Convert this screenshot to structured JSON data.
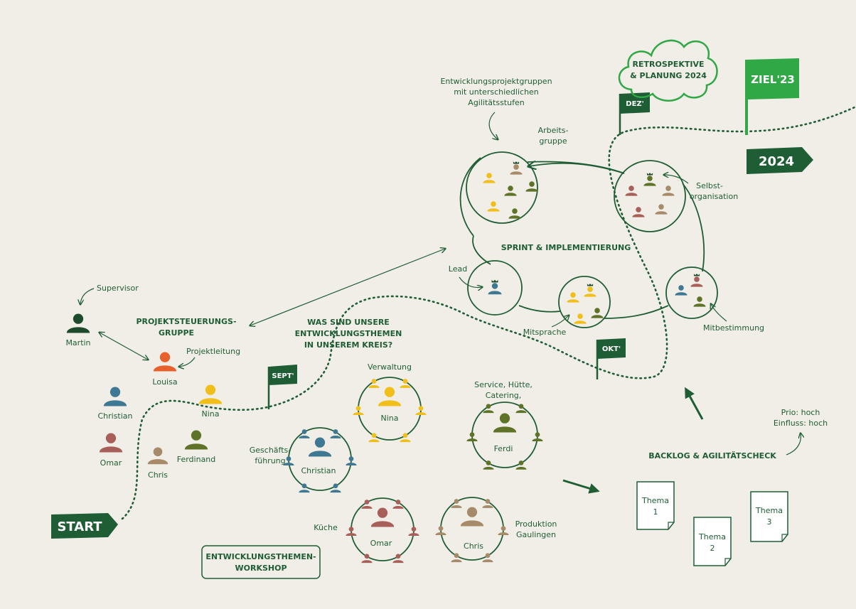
{
  "colors": {
    "green": "#1f5e35",
    "bright_green": "#2fa845",
    "yellow": "#f0bf1a",
    "orange": "#e8612c",
    "blue": "#3f7893",
    "red": "#a95f59",
    "olive": "#5e7328",
    "tan": "#a68a69",
    "dark": "#1c4a2a",
    "background": "#f1eee8"
  },
  "milestones": {
    "start": "START",
    "sept": "SEPT'",
    "okt": "OKT'",
    "dez": "DEZ'",
    "ziel": "ZIEL'23",
    "year": "2024"
  },
  "cloud": {
    "line1": "RETROSPEKTIVE",
    "line2": "& PLANUNG 2024"
  },
  "projekt": {
    "title1": "PROJEKTSTEUERUNGS-",
    "title2": "GRUPPE",
    "supervisor_label": "Supervisor",
    "projektleitung_label": "Projektleitung",
    "people": {
      "martin": "Martin",
      "louisa": "Louisa",
      "christian": "Christian",
      "nina": "Nina",
      "omar": "Omar",
      "ferdinand": "Ferdinand",
      "chris": "Chris"
    }
  },
  "question": {
    "line1": "WAS SIND UNSERE",
    "line2": "ENTWICKLUNGSTHEMEN",
    "line3": "IN UNSEREM KREIS?"
  },
  "workshop": {
    "line1": "ENTWICKLUNGSTHEMEN-",
    "line2": "WORKSHOP"
  },
  "groups": {
    "verwaltung": {
      "title": "Verwaltung",
      "lead": "Nina"
    },
    "geschaeft": {
      "title1": "Geschäfts-",
      "title2": "führung",
      "lead": "Christian"
    },
    "service": {
      "title1": "Service, Hütte,",
      "title2": "Catering,",
      "lead": "Ferdi"
    },
    "kueche": {
      "title": "Küche",
      "lead": "Omar"
    },
    "produktion": {
      "title1": "Produktion",
      "title2": "Gaulingen",
      "lead": "Chris"
    }
  },
  "sprint": {
    "title": "SPRINT & IMPLEMENTIERUNG",
    "top_note1": "Entwicklungsprojektgruppen",
    "top_note2": "mit unterschiedlichen",
    "top_note3": "Agilitätsstufen",
    "arbeitsgruppe1": "Arbeits-",
    "arbeitsgruppe2": "gruppe",
    "selbst1": "Selbst-",
    "selbst2": "organisation",
    "lead": "Lead",
    "mitsprache": "Mitsprache",
    "mitbestimmung": "Mitbestimmung"
  },
  "backlog": {
    "title": "BACKLOG & AGILITÄTSCHECK",
    "prio1": "Prio: hoch",
    "prio2": "Einfluss: hoch",
    "themes": [
      {
        "label": "Thema",
        "num": "1"
      },
      {
        "label": "Thema",
        "num": "2"
      },
      {
        "label": "Thema",
        "num": "3"
      }
    ]
  }
}
